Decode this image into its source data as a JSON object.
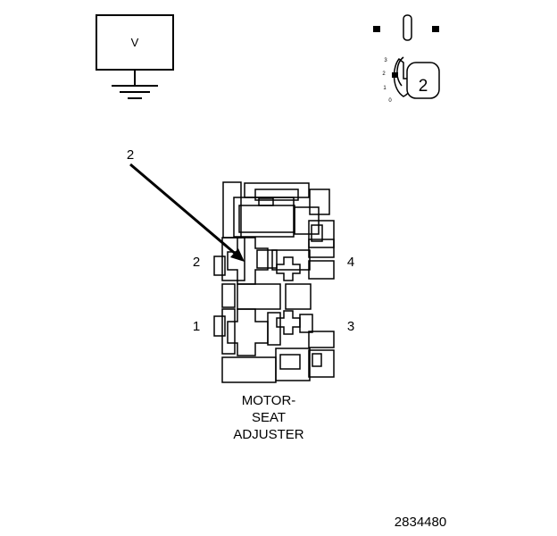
{
  "voltmeter": {
    "label": "V"
  },
  "ignition": {
    "positions": [
      "3",
      "2",
      "1",
      "0"
    ],
    "key_position": "2"
  },
  "callout": {
    "number": "2"
  },
  "connector": {
    "pins": {
      "p1": "1",
      "p2": "2",
      "p3": "3",
      "p4": "4"
    },
    "title_lines": [
      "MOTOR-",
      "SEAT",
      "ADJUSTER"
    ]
  },
  "figure_id": "2834480",
  "colors": {
    "ink": "#000000",
    "paper": "#ffffff"
  },
  "icons": [
    "voltmeter-icon",
    "ground-symbol-icon",
    "ignition-key-icon",
    "connector-face-icon"
  ]
}
